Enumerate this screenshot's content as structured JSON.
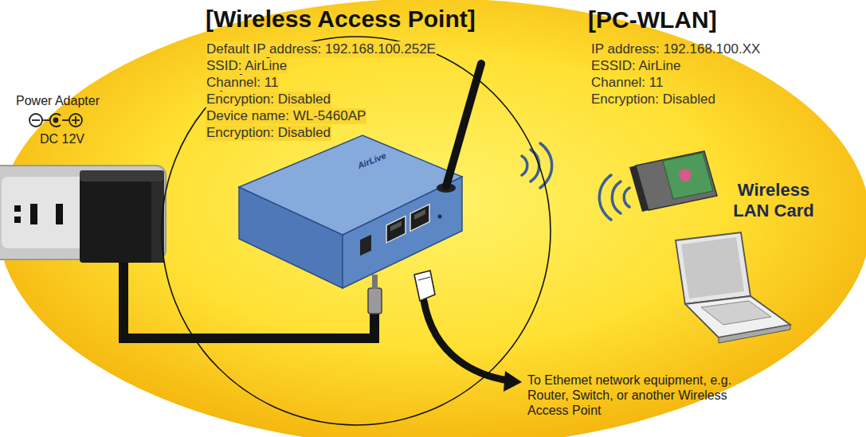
{
  "diagram": {
    "nodes": [
      {
        "text": [
          "[Wireless Access Point]",
          "Default IP address: 192.168.100.252E",
          "SSID: AirLine",
          "Channel: 11",
          "Encryption: Disabled",
          "Device name: WL-5460AP",
          "Encryption: Disabled"
        ]
      }
    ],
    "labels": [
      "[PC-WLAN]",
      "IP address: 192.168.100.XX",
      "ESSID: AirLine",
      "Channel: 11",
      "Encryption: Disabled",
      "Power Adapter",
      "DC 12V",
      "AirLive",
      "Wireless LAN Card",
      "To Ethemet network equipment, e.g. Router, Switch, or another Wireless Access Point"
    ]
  }
}
